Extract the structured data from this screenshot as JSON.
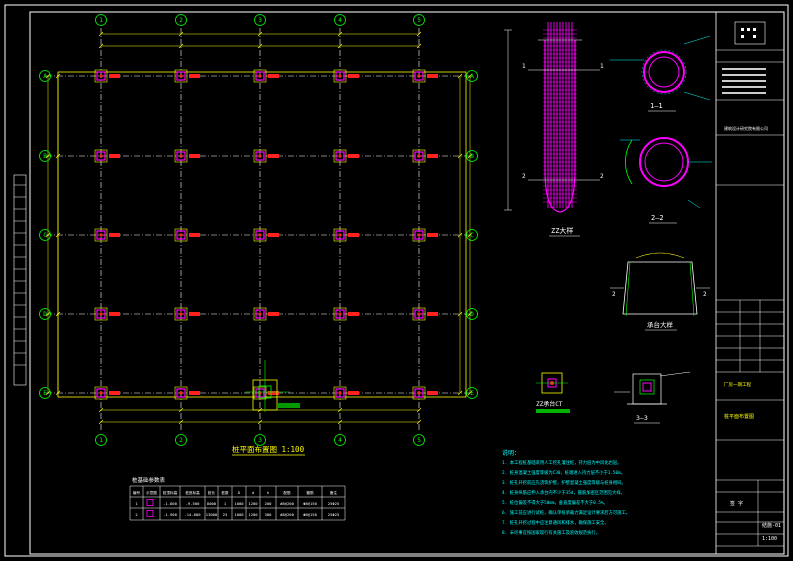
{
  "grid": {
    "cols": [
      "1",
      "2",
      "3",
      "4",
      "5"
    ],
    "rows": [
      "A",
      "B",
      "C",
      "D",
      "E"
    ]
  },
  "plan_title": "桩平面布置图 1:100",
  "detail_titles": {
    "pile_elevation": "ZZ大样",
    "section_1": "1—1",
    "section_2": "2—2",
    "cap_detail": "承台大样",
    "cap_plan": "ZZ承台CT",
    "section_3": "3—3"
  },
  "table": {
    "title": "桩基础参数表",
    "headers": [
      "编号",
      "示意图",
      "桩顶标高",
      "桩底标高",
      "桩长",
      "桩数",
      "D",
      "d",
      "h",
      "配筋",
      "箍筋",
      "备注"
    ],
    "rows": [
      [
        "1",
        "",
        "-1.800",
        "-9.500",
        "8000",
        "1",
        "1000",
        "1200",
        "200",
        "#8@200",
        "Φ8@150",
        "25Φ25"
      ],
      [
        "2",
        "",
        "-1.900",
        "-14.800",
        "13000",
        "23",
        "1000",
        "1200",
        "300",
        "#8@200",
        "Φ8@150",
        "25Φ25"
      ]
    ]
  },
  "notes_title": "说明：",
  "notes": [
    "1. 本工程桩基础采用人工挖孔灌注桩，持力层为中风化岩层。",
    "2. 桩身混凝土强度等级为C30，桩端进入持力层不小于1.50m。",
    "3. 桩孔开挖前应先浇筑护壁，护壁混凝土强度等级与桩身相同。",
    "4. 桩身纵筋应伸入承台内不少于35d，箍筋加密区范围见大样。",
    "5. 桩位偏差不得大于50mm，垂直度偏差不大于0.5%。",
    "6. 施工前应进行试桩，确认单桩承载力满足设计要求后方可施工。",
    "7. 桩孔开挖过程中应注意通风和排水，确保施工安全。",
    "8. 未尽事宜按国家现行有关施工及验收规范执行。"
  ],
  "title_block": {
    "company": "建筑设计研究院有限公司",
    "project": "厂房一期工程",
    "drawing_name": "桩平面布置图",
    "drawing_no": "结施-01",
    "scale": "1:100",
    "stamp": "签 字"
  },
  "colors": {
    "background": "#000000",
    "grid_line": "#ffffff",
    "dimension": "#ffff00",
    "axis_bubble": "#00ff00",
    "pile": "#ff00ff",
    "pile_label": "#ff2020",
    "cap": "#ffff00",
    "text_cyan": "#00ffff",
    "frame": "#ffffff"
  }
}
